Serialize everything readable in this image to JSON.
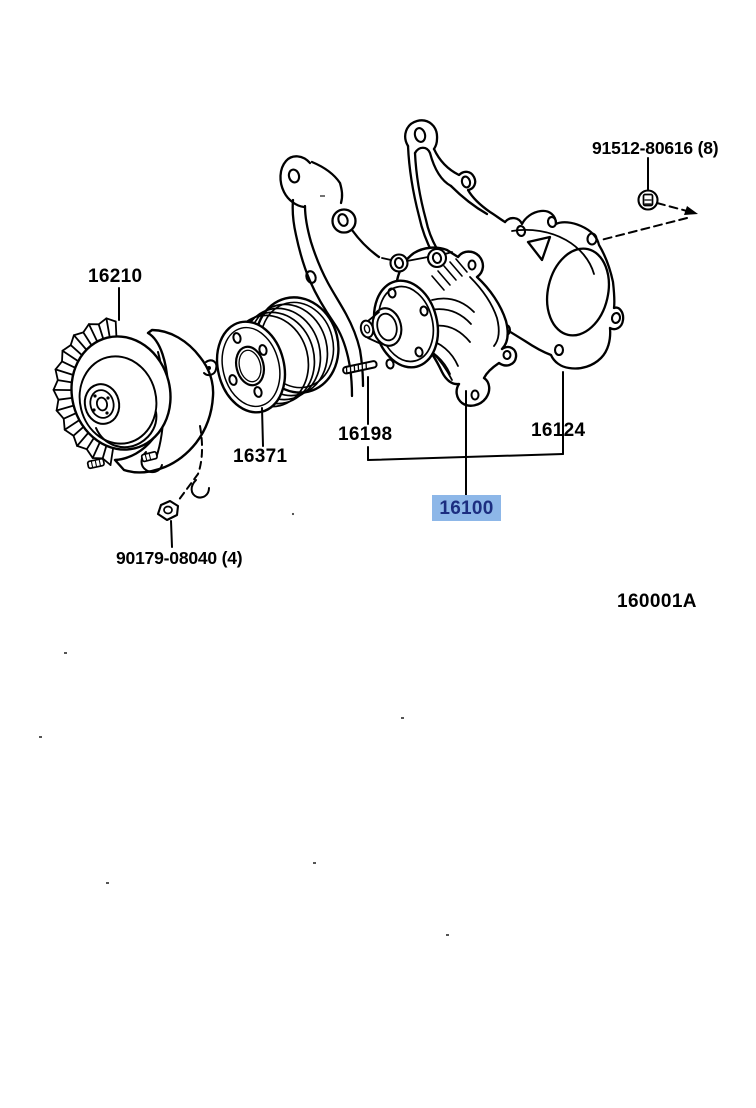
{
  "figure": {
    "code": "160001A"
  },
  "colors": {
    "ink": "#000000",
    "paper": "#ffffff",
    "highlight_bg": "#8db7e8",
    "highlight_text": "#1c2e80"
  },
  "callouts": {
    "fan_coupling": {
      "number": "16210",
      "selected": false
    },
    "pulley": {
      "number": "16371",
      "selected": false
    },
    "stud_bolt": {
      "number": "16198",
      "selected": false
    },
    "gasket": {
      "number": "16124",
      "selected": false
    },
    "water_pump": {
      "number": "16100",
      "selected": true
    },
    "bolt_with_washer": {
      "number": "91512-80616 (8)",
      "selected": false
    },
    "nut": {
      "number": "90179-08040 (4)",
      "selected": false
    }
  },
  "icons": {
    "bolt": "circled-bolt-head",
    "nut": "flange-nut"
  }
}
